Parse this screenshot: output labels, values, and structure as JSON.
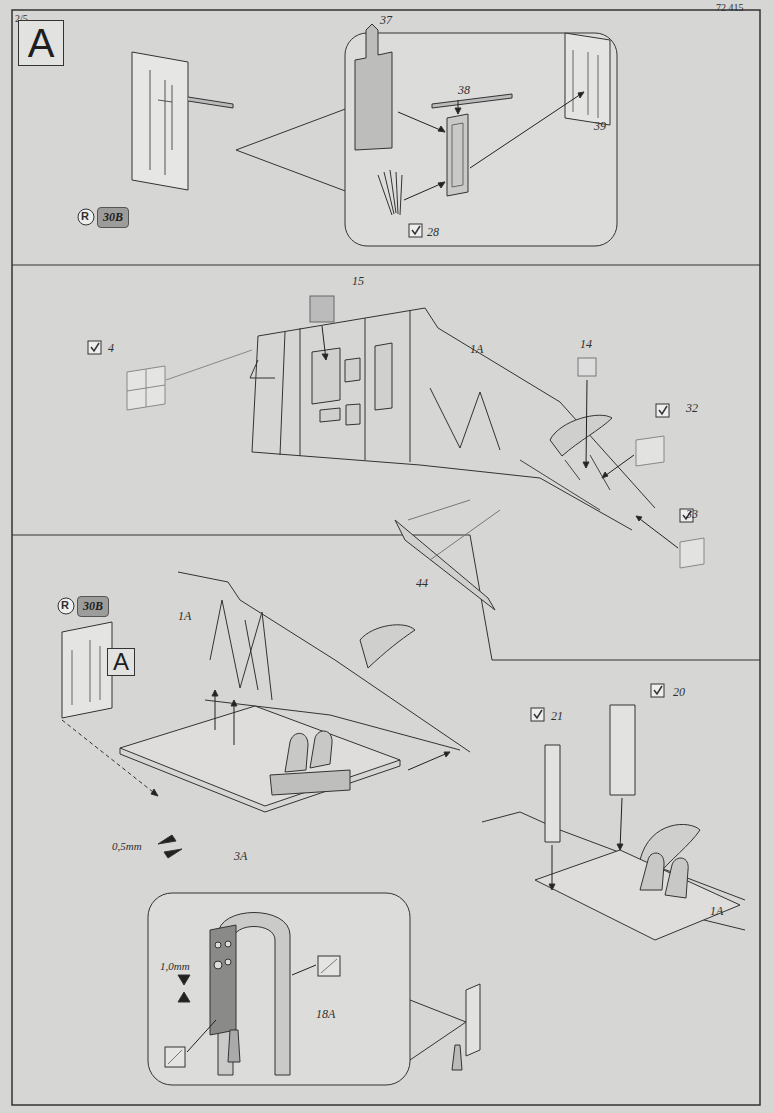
{
  "diagram": {
    "nodes": [
      {
        "text": [
          "A"
        ]
      },
      {
        "text": [
          "30B"
        ]
      },
      {
        "text": [
          "30B"
        ]
      },
      {
        "text": [
          "A"
        ]
      }
    ],
    "edges": [],
    "labels": [
      "2/5",
      "72 415",
      "R",
      "37",
      "38",
      "39",
      "28",
      "15",
      "1A",
      "4",
      "14",
      "32",
      "33",
      "44",
      "R",
      "1A",
      "21",
      "20",
      "0,5mm",
      "3A",
      "1,0mm",
      "18A",
      "1A"
    ]
  }
}
